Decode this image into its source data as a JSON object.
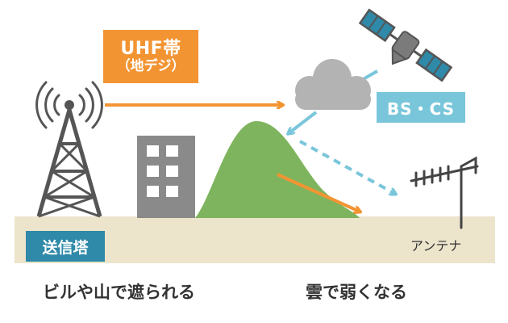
{
  "band_label": {
    "line1": "UHF帯",
    "line2": "（地デジ）"
  },
  "satellite_label": "BS・CS",
  "tower_label": "送信塔",
  "antenna_label": "アンテナ",
  "captions": {
    "left": "ビルや山で遮られる",
    "right": "雲で弱くなる"
  },
  "icons": {
    "tower": "radio-tower-icon",
    "satellite": "satellite-icon",
    "cloud": "cloud-icon",
    "building": "building-icon",
    "mountain": "mountain-icon",
    "antenna": "tv-antenna-icon"
  },
  "colors": {
    "orange": "#f39433",
    "light_blue": "#79c6db",
    "dark_teal": "#2f89a8",
    "green": "#7fb45e",
    "gray": "#8a8a8a",
    "ground": "#ece4cb"
  }
}
